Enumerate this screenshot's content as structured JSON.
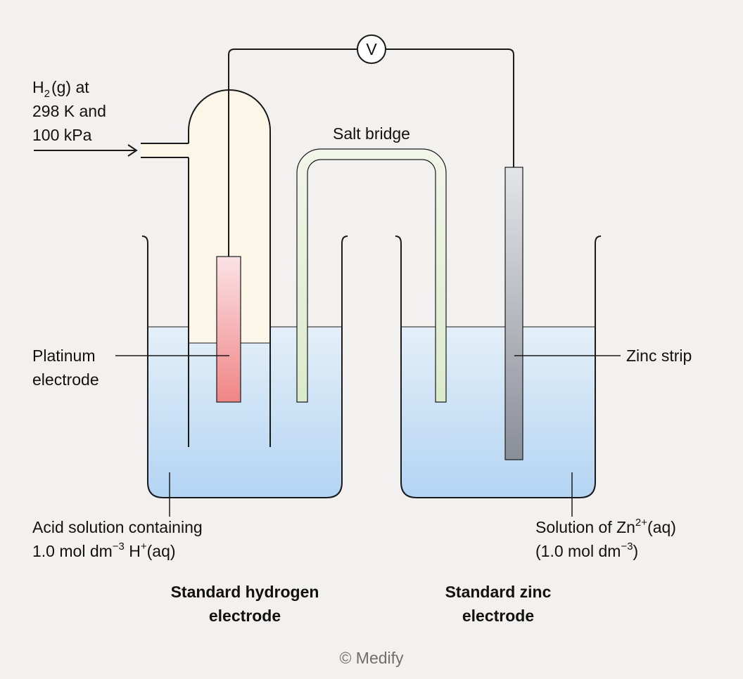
{
  "labels": {
    "h2_line1_main": "H",
    "h2_line1_sub": "2",
    "h2_line1_rest": "(g) at",
    "h2_line2": "298 K and",
    "h2_line3": "100 kPa",
    "salt_bridge": "Salt bridge",
    "voltmeter": "V",
    "platinum_line1": "Platinum",
    "platinum_line2": "electrode",
    "zinc_strip": "Zinc strip",
    "acid_line1": "Acid solution containing",
    "acid_line2_main": "1.0 mol dm",
    "acid_line2_exp": "−3",
    "acid_line2_h": " H",
    "acid_line2_plus": "+",
    "acid_line2_end": "(aq)",
    "zn_sol_line1_main": "Solution of Zn",
    "zn_sol_line1_sup": "2+",
    "zn_sol_line1_end": "(aq)",
    "zn_sol_line2_main": "(1.0 mol dm",
    "zn_sol_line2_exp": "−3",
    "zn_sol_line2_end": ")",
    "she_title_line1": "Standard hydrogen",
    "she_title_line2": "electrode",
    "zn_title_line1": "Standard zinc",
    "zn_title_line2": "electrode",
    "credit": "© Medify"
  },
  "colors": {
    "background": "#f2f1f0",
    "solution_top": "#e4eff8",
    "solution_bottom": "#b3d4f3",
    "gas_tube": "#fbf6e8",
    "platinum_top": "#fbe2e6",
    "platinum_bottom": "#f08585",
    "salt_bridge": "#e3efd5",
    "zinc_top": "#e4e5e8",
    "zinc_bottom": "#8a8e98",
    "stroke": "#1a1a1a"
  }
}
